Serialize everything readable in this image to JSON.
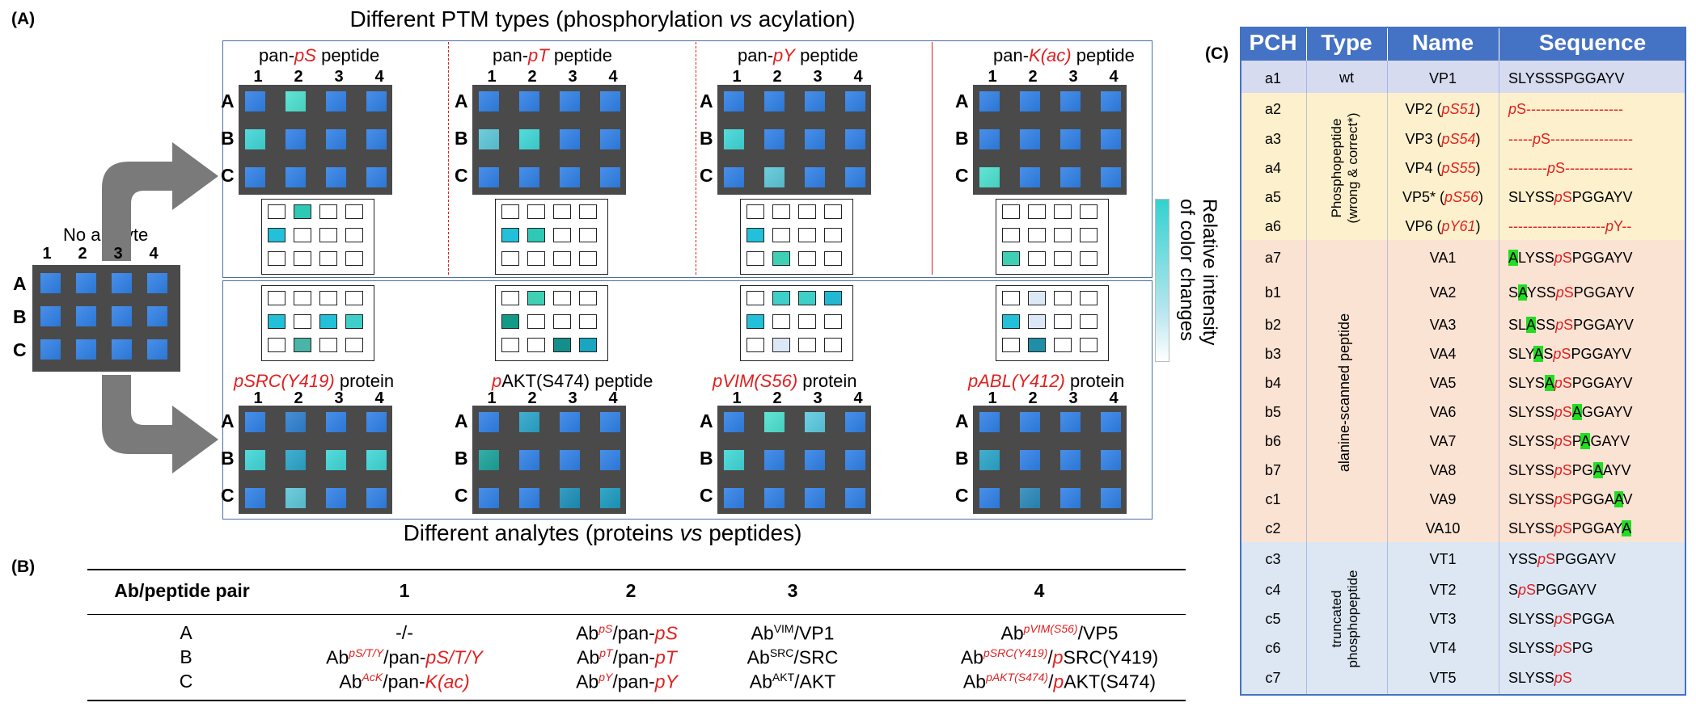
{
  "panel_labels": {
    "a": "(A)",
    "b": "(B)",
    "c": "(C)"
  },
  "panelA": {
    "top_title": "Different PTM types (phosphorylation vs acylation)",
    "top_title_parts": [
      "Different PTM types (phosphorylation ",
      "vs",
      " acylation)"
    ],
    "bottom_title": "Different analytes (proteins vs peptides)",
    "bottom_title_parts": [
      "Different analytes (proteins ",
      "vs",
      " peptides)"
    ],
    "no_analyte_label": "No analyte",
    "col_numbers": [
      "1",
      "2",
      "3",
      "4"
    ],
    "row_labels": [
      "A",
      "B",
      "C"
    ],
    "legend_text": "Relative intensity of color changes",
    "legend_line1": "Relative intensity",
    "legend_line2": "of color changes",
    "colors": {
      "plate": "#4a4a4a",
      "base": "#2f80e6",
      "cyan": "#3fd6d6",
      "teal": "#1aa39a",
      "frame": "#4a6fa5",
      "red": "#e02020"
    },
    "top_panels": [
      {
        "name_prefix": "pan-",
        "name_ptm": "pS",
        "name_suffix": " peptide"
      },
      {
        "name_prefix": "pan-",
        "name_ptm": "pT",
        "name_suffix": " peptide"
      },
      {
        "name_prefix": "pan-",
        "name_ptm": "pY",
        "name_suffix": " peptide"
      },
      {
        "name_prefix": "pan-",
        "name_ptm": "K(ac)",
        "name_suffix": " peptide"
      }
    ],
    "bottom_panels": [
      {
        "name_ptm": "pSRC(Y419)",
        "name_suffix": " protein"
      },
      {
        "name_ptm": "p",
        "name_rest": "AKT(S474)",
        "name_suffix": "  peptide"
      },
      {
        "name_ptm": "pVIM(S56)",
        "name_suffix": " protein"
      },
      {
        "name_ptm": "pABL(Y412)",
        "name_suffix": " protein"
      }
    ]
  },
  "panelB": {
    "header": [
      "Ab/peptide pair",
      "1",
      "2",
      "3",
      "4"
    ],
    "rows": [
      {
        "label": "A",
        "c1": "-/-",
        "c2": [
          "Ab",
          "pS",
          "/pan-",
          "pS"
        ],
        "c3": [
          "Ab",
          "VIM",
          "/VP1"
        ],
        "c4": [
          "Ab",
          "pVIM(S56)",
          "/VP5"
        ]
      },
      {
        "label": "B",
        "c1": [
          "Ab",
          "pS/T/Y",
          "/pan-",
          "pS/T/Y"
        ],
        "c2": [
          "Ab",
          "pT",
          "/pan-",
          "pT"
        ],
        "c3": [
          "Ab",
          "SRC",
          "/SRC"
        ],
        "c4": [
          "Ab",
          "pSRC(Y419)",
          "/",
          "p",
          "SRC(Y419)"
        ]
      },
      {
        "label": "C",
        "c1": [
          "Ab",
          "AcK",
          "/pan-",
          "K(ac)"
        ],
        "c2": [
          "Ab",
          "pY",
          "/pan-",
          "pY"
        ],
        "c3": [
          "Ab",
          "AKT",
          "/AKT"
        ],
        "c4": [
          "Ab",
          "pAKT(S474)",
          "/",
          "p",
          "AKT(S474)"
        ]
      }
    ]
  },
  "panelC": {
    "header": [
      "PCH",
      "Type",
      "Name",
      "Sequence"
    ],
    "type_labels": {
      "wt": "wt",
      "phospho_line1": "Phosphopeptide",
      "phospho_line2": "(wrong & correct*)",
      "alanine": "alanine-scanned peptide",
      "trunc_line1": "truncated",
      "trunc_line2": "phosphopeptide"
    },
    "header_color": "#4472c4",
    "rows": [
      {
        "pch": "a1",
        "name": "VP1",
        "seq": "SLYSSSPGGAYV"
      },
      {
        "pch": "a2",
        "name_pre": "VP2 (",
        "name_red": "pS51",
        "name_post": ")",
        "seq": "pS--------------------"
      },
      {
        "pch": "a3",
        "name_pre": "VP3 (",
        "name_red": "pS54",
        "name_post": ")",
        "seq": "-----pS-----------------"
      },
      {
        "pch": "a4",
        "name_pre": "VP4 (",
        "name_red": "pS55",
        "name_post": ")",
        "seq": "--------pS--------------"
      },
      {
        "pch": "a5",
        "name_pre": "VP5* (",
        "name_red": "pS56",
        "name_post": ")",
        "seq": "SLYSSpSPGGAYV"
      },
      {
        "pch": "a6",
        "name_pre": "VP6 (",
        "name_red": "pY61",
        "name_post": ")",
        "seq": "--------------------pY--"
      },
      {
        "pch": "a7",
        "name": "VA1",
        "seq": "ALYSSpSPGGAYV"
      },
      {
        "pch": "b1",
        "name": "VA2",
        "seq": "SAYSSpSPGGAYV"
      },
      {
        "pch": "b2",
        "name": "VA3",
        "seq": "SLASSpSPGGAYV"
      },
      {
        "pch": "b3",
        "name": "VA4",
        "seq": "SLYASpSPGGAYV"
      },
      {
        "pch": "b4",
        "name": "VA5",
        "seq": "SLYSApSPGGAYV"
      },
      {
        "pch": "b5",
        "name": "VA6",
        "seq": "SLYSSpSAGGAYV"
      },
      {
        "pch": "b6",
        "name": "VA7",
        "seq": "SLYSSpSPAGAYV"
      },
      {
        "pch": "b7",
        "name": "VA8",
        "seq": "SLYSSpSPGAAYV"
      },
      {
        "pch": "c1",
        "name": "VA9",
        "seq": "SLYSSpSPGGAAV"
      },
      {
        "pch": "c2",
        "name": "VA10",
        "seq": "SLYSSpSPGGAYA"
      },
      {
        "pch": "c3",
        "name": "VT1",
        "seq": "YSSpSPGGAYV"
      },
      {
        "pch": "c4",
        "name": "VT2",
        "seq": "SpSPGGAYV"
      },
      {
        "pch": "c5",
        "name": "VT3",
        "seq": "SLYSSpSPGGA"
      },
      {
        "pch": "c6",
        "name": "VT4",
        "seq": "SLYSSpSPG"
      },
      {
        "pch": "c7",
        "name": "VT5",
        "seq": "SLYSSpS"
      }
    ]
  }
}
